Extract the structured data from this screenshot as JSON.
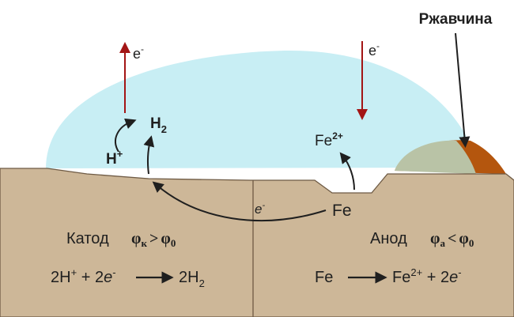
{
  "labels": {
    "rust": "Ржавчина",
    "electron_left": "e",
    "electron_left_sup": "-",
    "electron_right": "e",
    "electron_right_sup": "-",
    "h2_symbol": "H",
    "h2_sub": "2",
    "h_plus_symbol": "H",
    "h_plus_sup": "+",
    "fe2_symbol": "Fe",
    "fe2_sup": "2+",
    "fe_label": "Fe",
    "flow_e": "e",
    "flow_e_sup": "-"
  },
  "cathode": {
    "title": "Катод",
    "phi_k": "φ",
    "phi_k_sub": "к",
    "gt": ">",
    "phi_0": "φ",
    "phi_0_sub": "0",
    "eq_a": "2H",
    "eq_a_sup": "+",
    "eq_b": " + 2",
    "eq_e": "e",
    "eq_e_sup": "-",
    "eq_rhs": "2H",
    "eq_rhs_sub": "2"
  },
  "anode": {
    "title": "Анод",
    "phi_a": "φ",
    "phi_a_sub": "а",
    "lt": "<",
    "phi_0": "φ",
    "phi_0_sub": "0",
    "eq_lhs": "Fe",
    "eq_rhs": "Fe",
    "eq_rhs_sup": "2+",
    "eq_plus": " + 2",
    "eq_e": "e",
    "eq_e_sup": "-"
  },
  "colors": {
    "metal": "#cdb798",
    "metal_stroke": "#6e5a44",
    "water": "#c8eef4",
    "rust": "#b4560e",
    "rust_overlap": "#b9c3a6",
    "arrow_red": "#a31515",
    "arrow_dark": "#1f1f1f"
  }
}
